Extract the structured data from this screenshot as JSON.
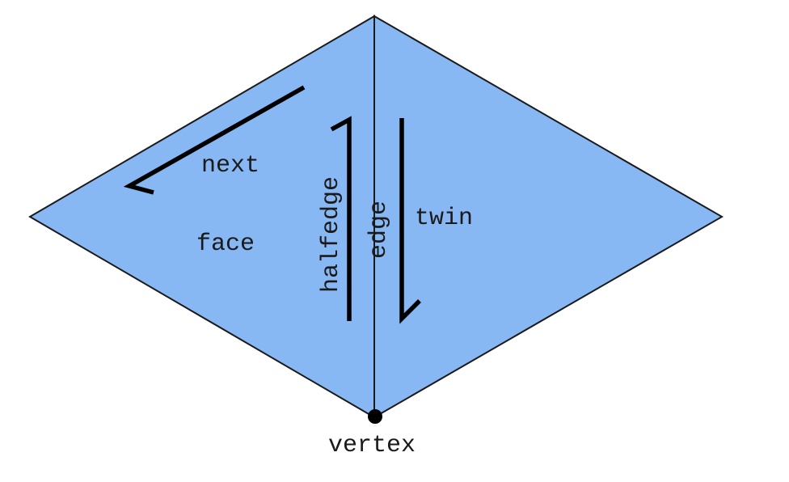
{
  "labels": {
    "next": "next",
    "face": "face",
    "halfedge": "halfedge",
    "edge": "edge",
    "twin": "twin",
    "vertex": "vertex"
  },
  "colors": {
    "face_fill": "#88b8f4",
    "outline": "#1a1a1a",
    "background": "#ffffff"
  }
}
